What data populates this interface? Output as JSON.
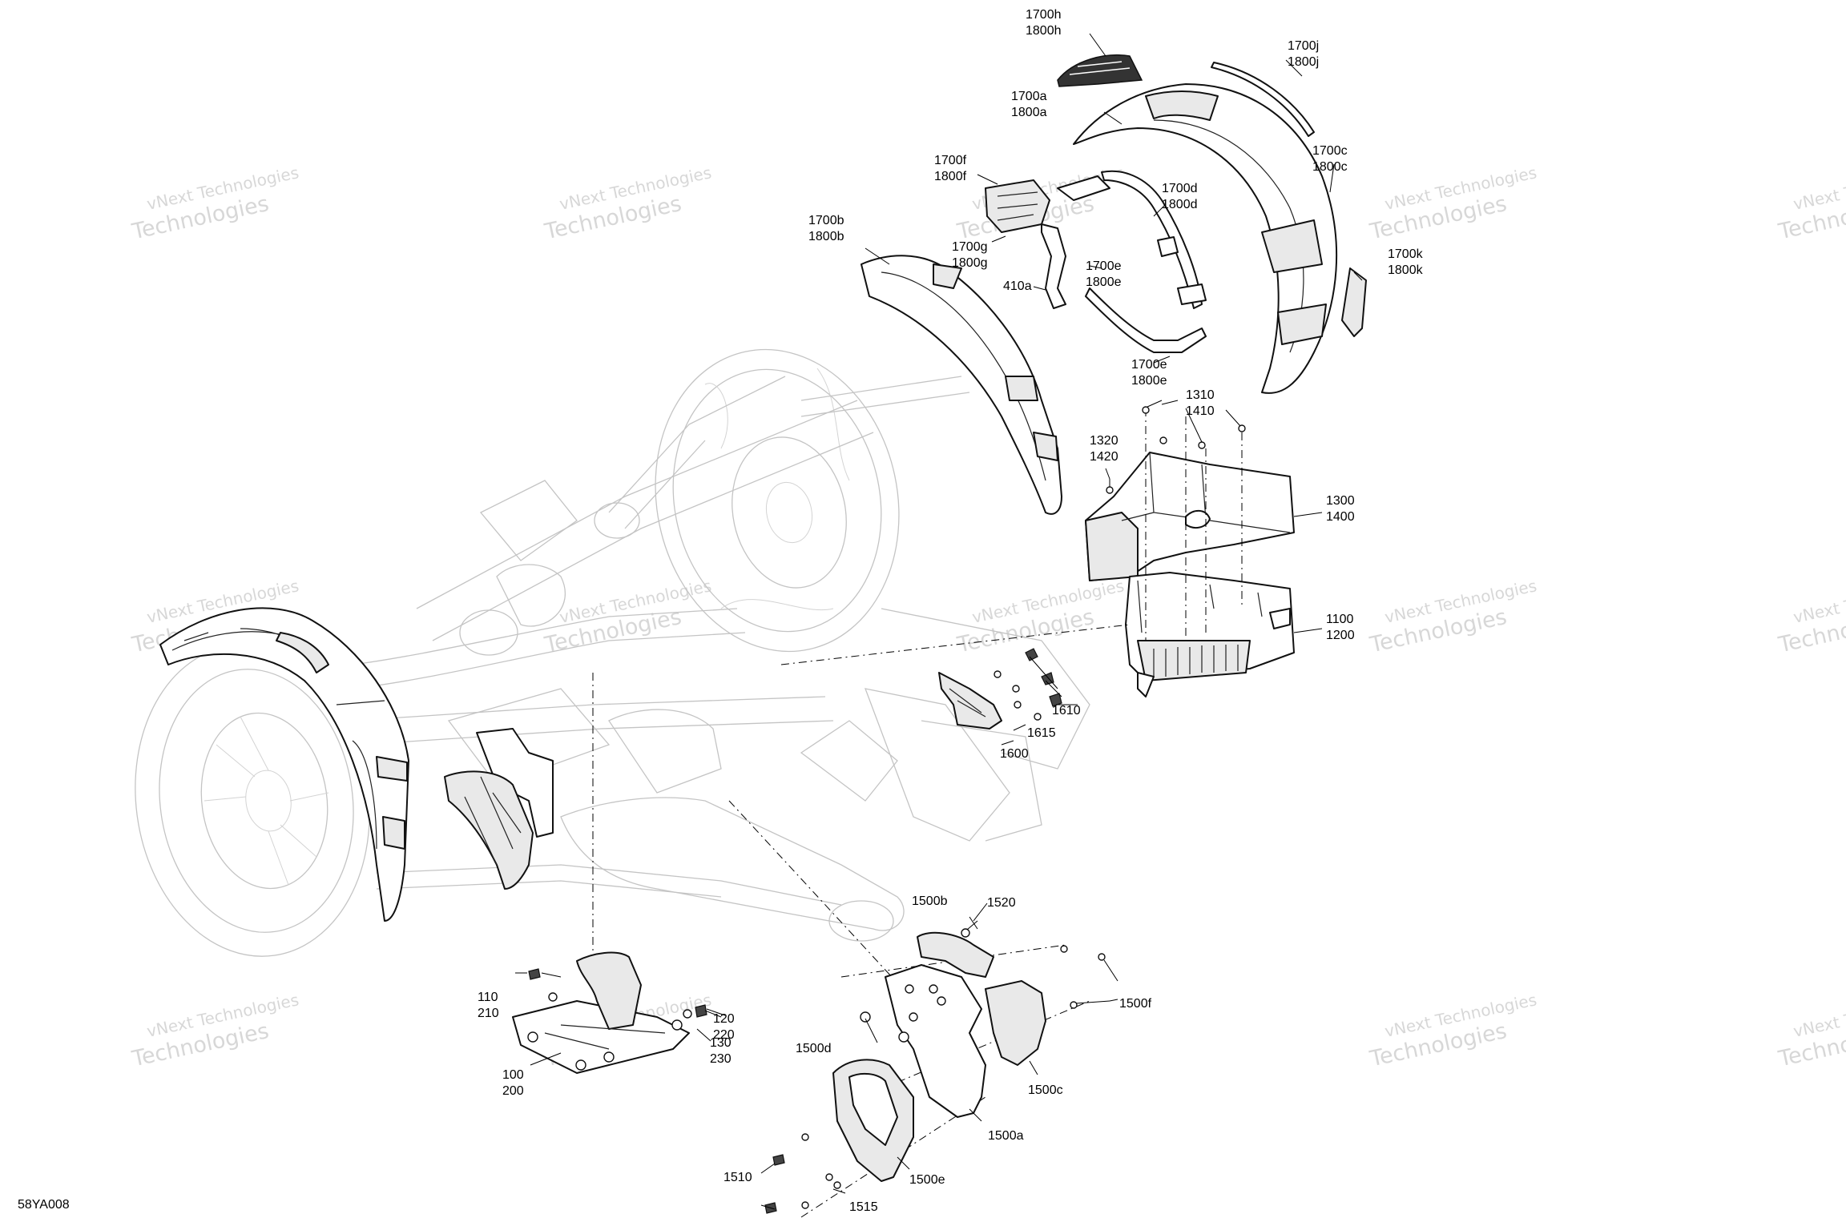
{
  "diagram_code": "58YA008",
  "watermark": {
    "line1": "vNext Technologies",
    "line2": "Technologies"
  },
  "callouts": {
    "c1700h": "1700h",
    "c1800h": "1800h",
    "c1700j": "1700j",
    "c1800j": "1800j",
    "c1700a": "1700a",
    "c1800a": "1800a",
    "c1700c": "1700c",
    "c1800c": "1800c",
    "c1700f": "1700f",
    "c1800f": "1800f",
    "c1700d": "1700d",
    "c1800d": "1800d",
    "c1700b": "1700b",
    "c1800b": "1800b",
    "c1700g": "1700g",
    "c1800g": "1800g",
    "c1700k": "1700k",
    "c1800k": "1800k",
    "c1700e1": "1700e",
    "c1800e1": "1800e",
    "c410a": "410a",
    "c1700e2": "1700e",
    "c1800e2": "1800e",
    "c1310": "1310",
    "c1410": "1410",
    "c1320": "1320",
    "c1420": "1420",
    "c1300": "1300",
    "c1400": "1400",
    "c1100": "1100",
    "c1200": "1200",
    "c1610": "1610",
    "c1615": "1615",
    "c1600": "1600",
    "c1500b": "1500b",
    "c1520": "1520",
    "c1500f": "1500f",
    "c1500d": "1500d",
    "c1500c": "1500c",
    "c1500a": "1500a",
    "c1500e": "1500e",
    "c1510": "1510",
    "c1515": "1515",
    "c110": "110",
    "c210": "210",
    "c120": "120",
    "c220": "220",
    "c130": "130",
    "c230": "230",
    "c100": "100",
    "c200": "200"
  }
}
